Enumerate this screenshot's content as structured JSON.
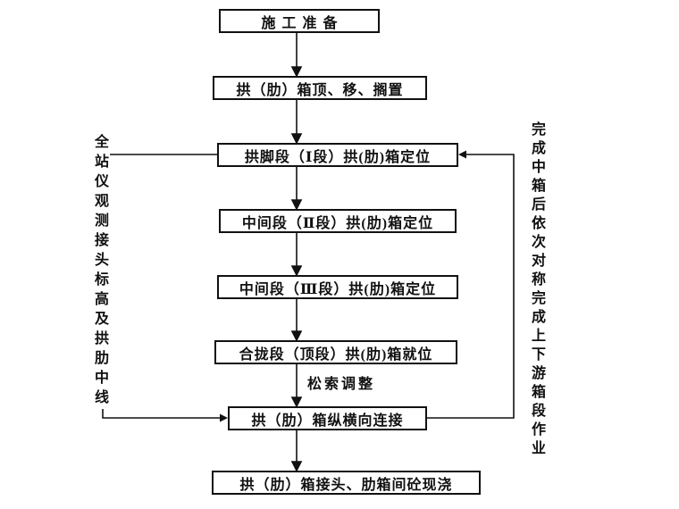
{
  "colors": {
    "line": "#111111",
    "text": "#111111",
    "background": "#ffffff"
  },
  "flowchart": {
    "nodes": [
      {
        "id": "prep",
        "label": "施工准备"
      },
      {
        "id": "hoist",
        "label": "拱（肋）箱顶、移、搁置"
      },
      {
        "id": "section1",
        "label": "拱脚段（Ⅰ段）拱(肋)箱定位"
      },
      {
        "id": "section2",
        "label": "中间段（Ⅱ段）拱(肋)箱定位"
      },
      {
        "id": "section3",
        "label": "中间段（Ⅲ段）拱(肋)箱定位"
      },
      {
        "id": "closure",
        "label": "合拢段（顶段）拱(肋)箱就位"
      },
      {
        "id": "connect",
        "label": "拱（肋）箱纵横向连接"
      },
      {
        "id": "cast",
        "label": "拱（肋）箱接头、肋箱间砼现浇"
      }
    ],
    "edge_label": "松索调整",
    "left_note": "全站仪观测接头标高及拱肋中线",
    "right_note": "完成中箱后依次对称完成上下游箱段作业"
  }
}
